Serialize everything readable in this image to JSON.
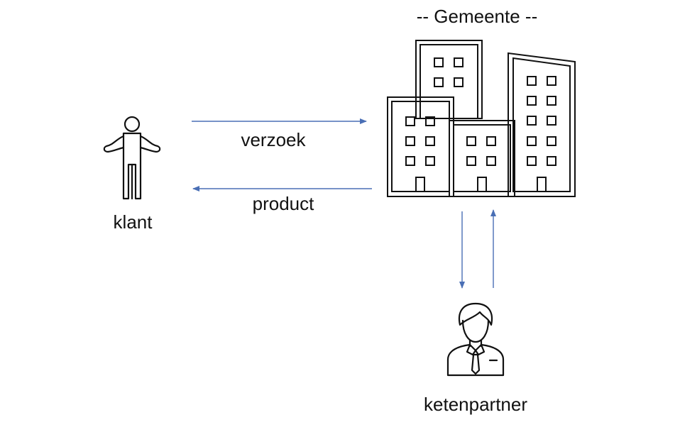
{
  "diagram": {
    "title": "-- Gemeente --",
    "nodes": {
      "customer": {
        "label": "klant",
        "icon": "person-icon"
      },
      "municipality": {
        "icon": "buildings-icon"
      },
      "partner": {
        "label": "ketenpartner",
        "icon": "businessman-icon"
      }
    },
    "edges": {
      "request": {
        "label": "verzoek",
        "from": "customer",
        "to": "municipality"
      },
      "product": {
        "label": "product",
        "from": "municipality",
        "to": "customer"
      },
      "to_partner": {
        "from": "municipality",
        "to": "partner"
      },
      "from_partner": {
        "from": "partner",
        "to": "municipality"
      }
    },
    "colors": {
      "arrow": "#4a6fb5",
      "icon_stroke": "#111111",
      "text": "#111111"
    }
  }
}
